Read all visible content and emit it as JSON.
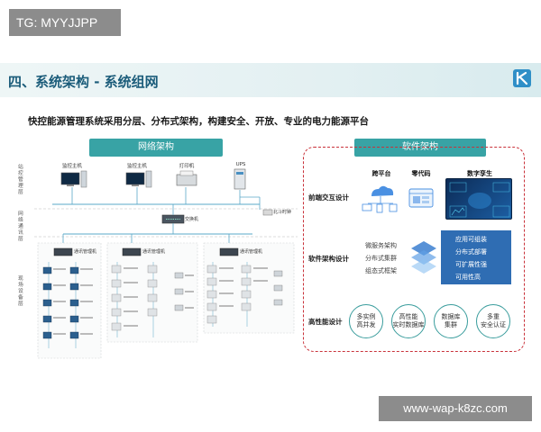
{
  "watermark_top": "TG: MYYJJPP",
  "watermark_bottom": "www-wap-k8zc.com",
  "slide": {
    "title": "四、系统架构 - 系统组网",
    "subtitle": "快控能源管理系统采用分层、分布式架构，构建安全、开放、专业的电力能源平台"
  },
  "network": {
    "tab": "网络架构",
    "layers": [
      "站控管理层",
      "网络通讯层",
      "现场设备层"
    ],
    "top_devices": [
      "监控主机",
      "监控主机",
      "打印机",
      "UPS"
    ],
    "labels": {
      "gps": "北斗时钟",
      "switch": "交换机",
      "gateway": "通讯管理机"
    },
    "accent": "#38a3a5"
  },
  "software": {
    "tab": "软件架构",
    "rows": {
      "front": {
        "label": "前端交互设计",
        "items": [
          "跨平台",
          "零代码",
          "数字孪生"
        ]
      },
      "arch": {
        "label": "软件架构设计",
        "left_items": [
          "微服务架构",
          "分布式集群",
          "组态式框架"
        ],
        "right_items": [
          "应用可组装",
          "分布式部署",
          "可扩展性强",
          "可用性高"
        ]
      },
      "perf": {
        "label": "高性能设计",
        "circles": [
          [
            "多实例",
            "高并发"
          ],
          [
            "高性能",
            "实时数据库"
          ],
          [
            "数据库",
            "集群"
          ],
          [
            "多重",
            "安全认证"
          ]
        ]
      }
    },
    "border_color": "#c9323a",
    "box_color": "#2f6db3"
  }
}
